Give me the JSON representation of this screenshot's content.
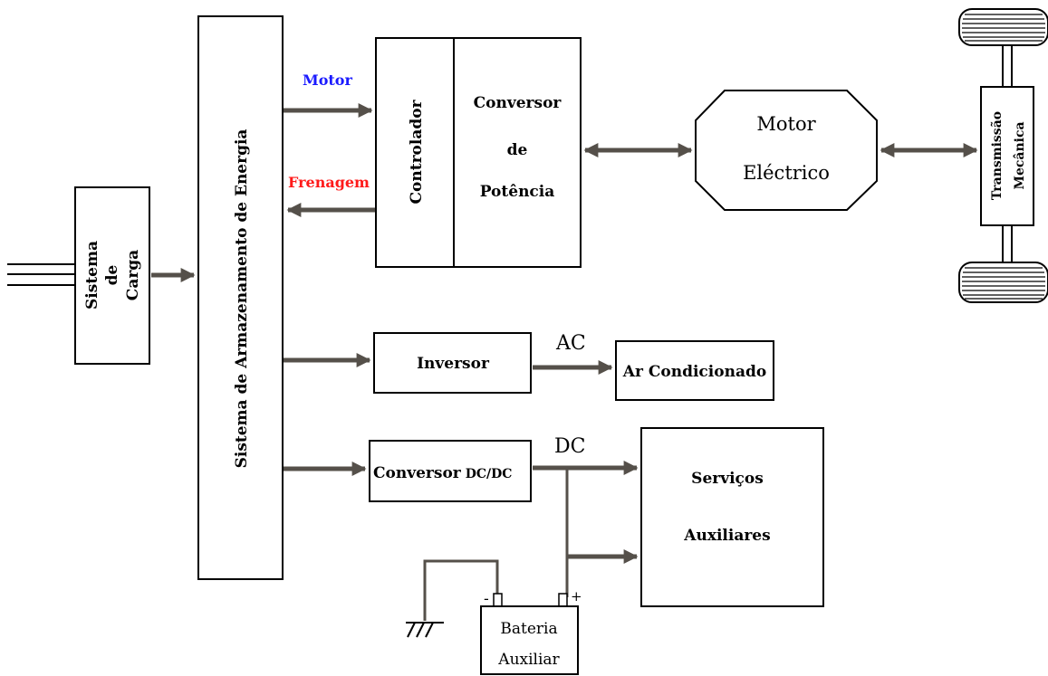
{
  "blocks": {
    "charging_system": [
      "Sistema",
      "de",
      "Carga"
    ],
    "energy_storage": "Sistema de Armazenamento de Energia",
    "controller": "Controlador",
    "power_converter": [
      "Conversor",
      "de",
      "Potência"
    ],
    "electric_motor": [
      "Motor",
      "Eléctrico"
    ],
    "mechanical_transmission": [
      "Transmissão",
      "Mecânica"
    ],
    "inverter": "Inversor",
    "air_conditioning": "Ar Condicionado",
    "dcdc_converter": [
      "Conversor",
      "DC/DC"
    ],
    "auxiliary_services": [
      "Serviços",
      "Auxiliares"
    ],
    "auxiliary_battery": [
      "Bateria",
      "Auxiliar"
    ]
  },
  "flow_labels": {
    "motor": "Motor",
    "braking": "Frenagem",
    "ac": "AC",
    "dc": "DC"
  },
  "battery_terminals": {
    "negative": "-",
    "positive": "+"
  },
  "colors": {
    "motor_label": "#1a1aff",
    "braking_label": "#ff1a1a",
    "arrow": "#55504a"
  }
}
